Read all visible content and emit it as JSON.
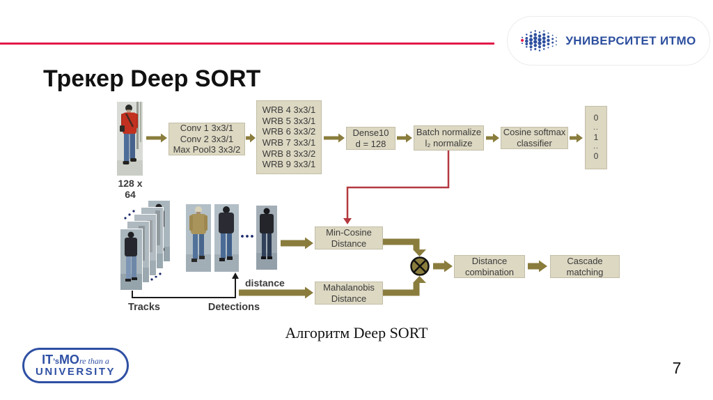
{
  "slide": {
    "title": "Трекер Deep SORT",
    "caption": "Алгоритм Deep SORT",
    "page_number": "7"
  },
  "header": {
    "university": "УНИВЕРСИТЕТ ИТМО"
  },
  "footer_logo": {
    "it": "IT",
    "apos_s": "’s",
    "mo": "MO",
    "script": "re than a",
    "university": "UNIVERSITY"
  },
  "colors": {
    "accent_red": "#e3174a",
    "diagram_red": "#b4393f",
    "arrow_olive": "#8a7c3c",
    "box_fill": "#ddd8c2",
    "brand_blue": "#2d4f9e"
  },
  "diagram": {
    "input_size_label": "128 x 64",
    "conv_box": {
      "lines": [
        "Conv 1 3x3/1",
        "Conv 2 3x3/1",
        "Max Pool3 3x3/2"
      ]
    },
    "wrb_box": {
      "lines": [
        "WRB 4 3x3/1",
        "WRB 5 3x3/1",
        "WRB 6 3x3/2",
        "WRB 7 3x3/1",
        "WRB 8 3x3/2",
        "WRB 9 3x3/1"
      ]
    },
    "dense_box": {
      "lines": [
        "Dense10",
        "d = 128"
      ]
    },
    "batch_box": {
      "lines": [
        "Batch normalize",
        "l₂ normalize"
      ]
    },
    "cosine_box": {
      "lines": [
        "Cosine softmax",
        "classifier"
      ]
    },
    "output_vector": {
      "values": [
        "0",
        "..",
        "1",
        "..",
        "0"
      ]
    },
    "min_cosine_box": {
      "lines": [
        "Min-Cosine",
        "Distance"
      ]
    },
    "mahalanobis_box": {
      "lines": [
        "Mahalanobis",
        "Distance"
      ]
    },
    "distance_combination_box": {
      "lines": [
        "Distance",
        "combination"
      ]
    },
    "cascade_matching_box": {
      "lines": [
        "Cascade",
        "matching"
      ]
    },
    "labels": {
      "tracks": "Tracks",
      "detections": "Detections",
      "distance": "distance"
    },
    "multiply_icon": "⊗"
  }
}
